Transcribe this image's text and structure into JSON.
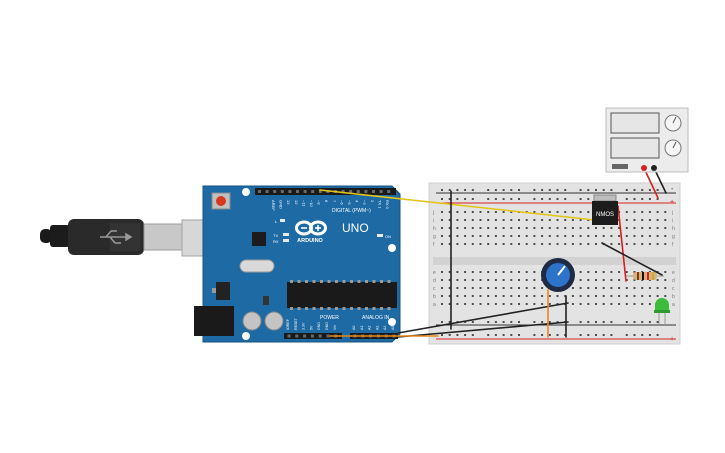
{
  "arduino": {
    "brand": "ARDUINO",
    "model": "UNO",
    "digital_header": "DIGITAL (PWM~)",
    "analog_header": "ANALOG IN",
    "power_header": "POWER",
    "led_on": "ON",
    "led_tx": "TX",
    "led_rx": "RX",
    "led_l": "L",
    "digital_pins": [
      "AREF",
      "GND",
      "13",
      "12",
      "~11",
      "~10",
      "~9",
      "8",
      "7",
      "~6",
      "~5",
      "4",
      "~3",
      "2",
      "TX 1",
      "RX 0"
    ],
    "power_pins": [
      "IOREF",
      "RESET",
      "3.3V",
      "5V",
      "GND",
      "GND",
      "Vin"
    ],
    "analog_pins": [
      "A0",
      "A1",
      "A2",
      "A3",
      "A4",
      "A5"
    ]
  },
  "breadboard": {
    "top_row_letters": [
      "j",
      "i",
      "h",
      "g",
      "f"
    ],
    "bottom_row_letters": [
      "e",
      "d",
      "c",
      "b",
      "a"
    ],
    "rail_plus": "+",
    "rail_minus": "-"
  },
  "transistor": {
    "label": "NMOS"
  },
  "colors": {
    "board_blue": "#1d6aa5",
    "wire_yellow": "#e3c51a",
    "wire_black": "#222222",
    "wire_red": "#d62020",
    "wire_orange": "#e88a1a",
    "led_green": "#3dbb3d"
  },
  "icons": [
    "usb-plug-icon",
    "power-supply-knob-icon",
    "potentiometer-knob-icon"
  ]
}
